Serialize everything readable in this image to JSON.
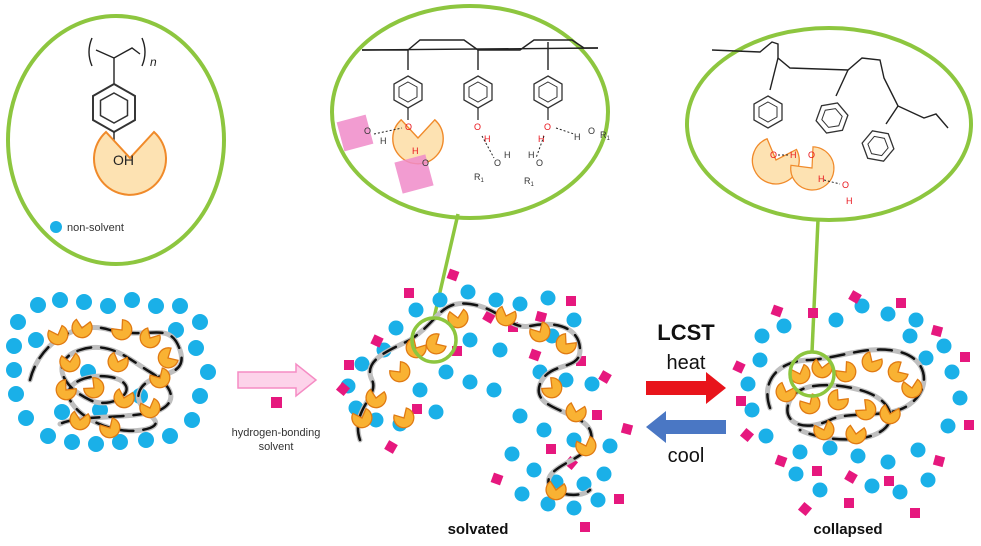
{
  "labels": {
    "repeat_index": "n",
    "hydroxyl": "OH",
    "non_solvent": "non-solvent",
    "hb_solvent_line1": "hydrogen-bonding",
    "hb_solvent_line2": "solvent",
    "lcst": "LCST",
    "heat": "heat",
    "cool": "cool",
    "solvated": "solvated",
    "collapsed": "collapsed"
  },
  "atoms": {
    "oxygen": "O",
    "hydrogen": "H",
    "r1": "R",
    "r1_sub": "1"
  },
  "colors": {
    "circle_green": "#8dc63f",
    "non_solvent_blue": "#1ab0e8",
    "hb_solvent_magenta": "#e6187e",
    "pacman_fill": "#fde2b2",
    "pacman_stroke": "#f08a2a",
    "hbond_red": "#e8141b",
    "heat_arrow": "#e8141b",
    "cool_arrow": "#4a77c4",
    "solvent_arrow": "#f6a3cf",
    "solvent_patch": "#f08bc9"
  }
}
